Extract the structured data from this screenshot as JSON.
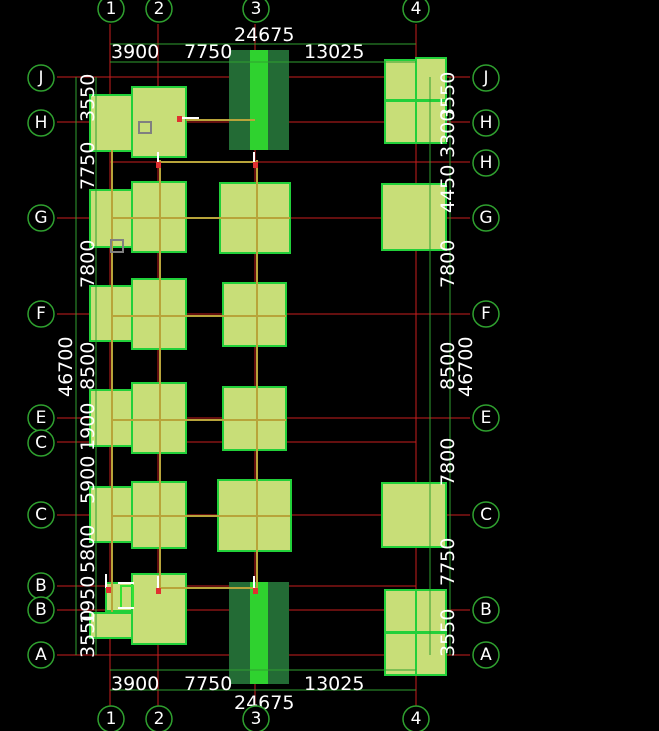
{
  "colors": {
    "background": "#000000",
    "grid_line": "#c81e1e",
    "dim_line": "#2fa02f",
    "footing_fill": "#c8de78",
    "footing_edge": "#22d03a",
    "shear_wall_fill": "#236b35",
    "shear_wall_core": "#33e233",
    "beam": "#b8a43a",
    "bubble_stroke": "#2fa02f",
    "text": "#ffffff"
  },
  "axes": {
    "columns_top": [
      "1",
      "2",
      "3",
      "4"
    ],
    "columns_bottom": [
      "1",
      "2",
      "3",
      "4"
    ],
    "rows_left": [
      "J",
      "H",
      "G",
      "F",
      "E",
      "C",
      "C",
      "B",
      "B",
      "A"
    ],
    "rows_right": [
      "J",
      "H",
      "H",
      "G",
      "F",
      "E",
      "C",
      "B",
      "A"
    ]
  },
  "dimensions": {
    "top_total": "24675",
    "top_segments": [
      "3900",
      "7750",
      "13025"
    ],
    "bottom_total": "24675",
    "bottom_segments": [
      "3900",
      "7750",
      "13025"
    ],
    "left_total": "46700",
    "left_segments": [
      "3550",
      "7750",
      "7800",
      "8500",
      "1900",
      "5900",
      "5800",
      "1950",
      "3550"
    ],
    "right_total": "46700",
    "right_segments": [
      "3550",
      "3300",
      "4450",
      "7800",
      "8500",
      "7800",
      "7750",
      "3550"
    ]
  }
}
